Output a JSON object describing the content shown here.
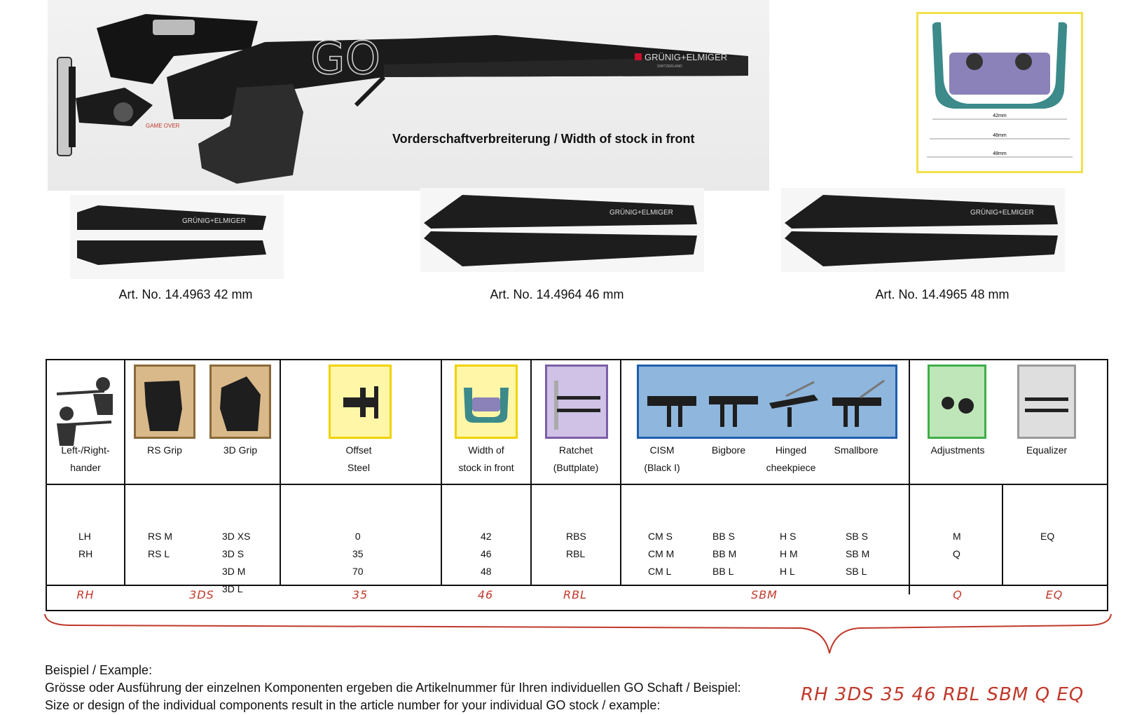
{
  "hero": {
    "title": "Vorderschaftverbreiterung / Width of stock in front",
    "brand": "GRÜNIG+ELMIGER",
    "subbrand": "SWITZERLAND",
    "badge": "GAME OVER",
    "watermark": "GO"
  },
  "diagram": {
    "dimensions": [
      "42mm",
      "46mm",
      "48mm"
    ],
    "border_color": "#f1e24a"
  },
  "parts": [
    {
      "label": "Art. No. 14.4963 42 mm",
      "brand": "GRÜNIG+ELMIGER"
    },
    {
      "label": "Art. No. 14.4964 46 mm",
      "brand": "GRÜNIG+ELMIGER"
    },
    {
      "label": "Art. No. 14.4965 48 mm",
      "brand": "GRÜNIG+ELMIGER"
    }
  ],
  "table": {
    "columns": [
      {
        "label_lines": [
          "Left-/Right-",
          "hander"
        ],
        "codes": [
          "LH",
          "RH"
        ],
        "example": "RH",
        "icon": "shooter-icon"
      },
      {
        "label_lines": [
          "RS Grip"
        ],
        "codes": [
          "RS M",
          "RS L"
        ],
        "icon": "rs-grip-icon",
        "frame": "#8a6a3a"
      },
      {
        "label_lines": [
          "3D Grip"
        ],
        "codes": [
          "3D XS",
          "3D S",
          "3D M",
          "3D L"
        ],
        "icon": "3d-grip-icon",
        "frame": "#8a6a3a"
      },
      {
        "label_lines": [
          "Offset",
          "Steel"
        ],
        "codes": [
          "0",
          "35",
          "70"
        ],
        "example": "35",
        "icon": "offset-steel-icon",
        "frame": "#f1d200"
      },
      {
        "label_lines": [
          "Width of",
          "stock in front"
        ],
        "codes": [
          "42",
          "46",
          "48"
        ],
        "example": "46",
        "icon": "width-icon",
        "frame": "#f1d200"
      },
      {
        "label_lines": [
          "Ratchet",
          "(Buttplate)"
        ],
        "codes": [
          "RBS",
          "RBL"
        ],
        "example": "RBL",
        "icon": "ratchet-icon",
        "frame": "#7b5fa8"
      },
      {
        "label_lines": [
          "CISM",
          "(Black I)"
        ],
        "codes": [
          "CM S",
          "CM M",
          "CM L"
        ],
        "icon": "cism-cheekpiece-icon"
      },
      {
        "label_lines": [
          "Bigbore"
        ],
        "codes": [
          "BB S",
          "BB M",
          "BB L"
        ],
        "icon": "bigbore-cheekpiece-icon"
      },
      {
        "label_lines": [
          "Hinged",
          "cheekpiece"
        ],
        "codes": [
          "H S",
          "H M",
          "H L"
        ],
        "icon": "hinged-cheekpiece-icon"
      },
      {
        "label_lines": [
          "Smallbore"
        ],
        "codes": [
          "SB S",
          "SB M",
          "SB L"
        ],
        "icon": "smallbore-cheekpiece-icon"
      },
      {
        "label_lines": [
          "Adjustments"
        ],
        "codes": [
          "M",
          "Q"
        ],
        "example": "Q",
        "icon": "adjustments-icon",
        "frame": "#3fae49"
      },
      {
        "label_lines": [
          "Equalizer"
        ],
        "codes": [
          "EQ"
        ],
        "example": "EQ",
        "icon": "equalizer-icon",
        "frame": "#9a9a9a"
      }
    ],
    "grip_example": "3DS",
    "cheek_example": "SBM",
    "cheek_frame": "#1f5fae"
  },
  "example": {
    "heading": "Beispiel / Example:",
    "line_de": "Grösse oder Ausführung der einzelnen Komponenten ergeben die Artikelnummer für Ihren individuellen GO Schaft / Beispiel:",
    "line_en": "Size or design of the individual components result in the article number for your individual GO stock / example:",
    "result": "RH 3DS 35 46 RBL SBM Q EQ"
  },
  "colors": {
    "accent_red": "#c0392b",
    "stock_black": "#1b1b1b"
  }
}
